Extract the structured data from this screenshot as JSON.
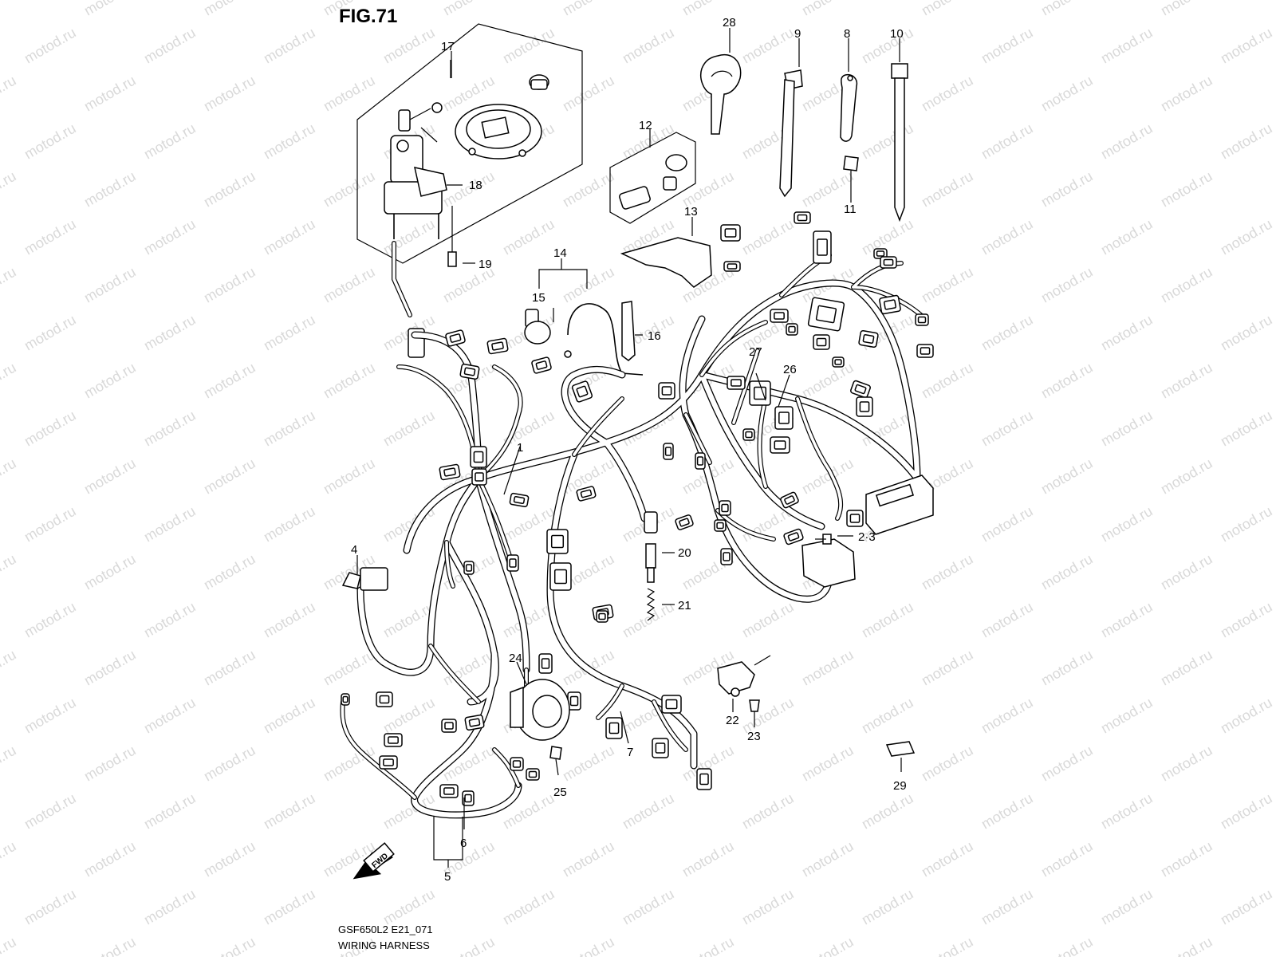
{
  "figure": {
    "title": "FIG.71"
  },
  "watermark": {
    "text": "motod.ru"
  },
  "caption": {
    "model_code": "GSF650L2 E21_071",
    "name": "WIRING HARNESS"
  },
  "direction_arrow": {
    "label": "FWD"
  },
  "callouts": {
    "c1": "1",
    "c23": "2·3",
    "c4": "4",
    "c5": "5",
    "c6": "6",
    "c7": "7",
    "c8": "8",
    "c9": "9",
    "c10": "10",
    "c11": "11",
    "c12": "12",
    "c13": "13",
    "c14": "14",
    "c15": "15",
    "c16": "16",
    "c17": "17",
    "c18": "18",
    "c19": "19",
    "c20": "20",
    "c21": "21",
    "c22": "22",
    "c23b": "23",
    "c24": "24",
    "c25": "25",
    "c26": "26",
    "c27": "27",
    "c28": "28",
    "c29": "29"
  }
}
